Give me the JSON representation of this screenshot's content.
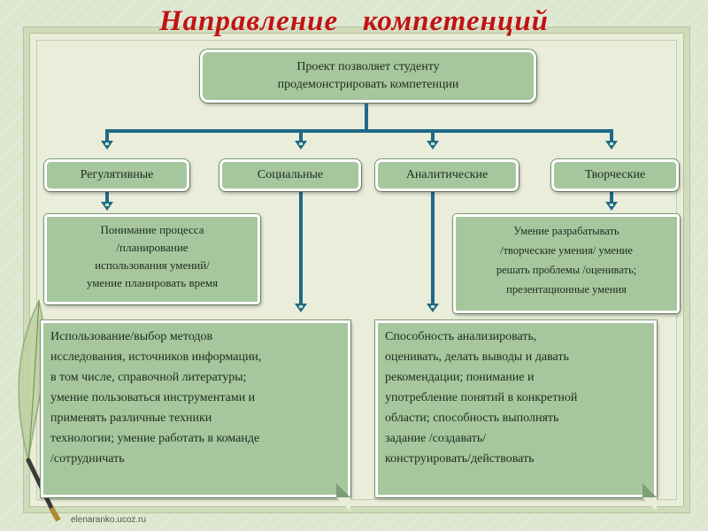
{
  "title": "Направление   компетенций",
  "top_box": {
    "line1": "Проект позволяет студенту",
    "line2": "продемонстрировать компетенции"
  },
  "categories": [
    {
      "label": "Регулятивные"
    },
    {
      "label": "Социальные"
    },
    {
      "label": "Аналитические"
    },
    {
      "label": "Творческие"
    }
  ],
  "regulative_desc": [
    "Понимание процесса",
    "/планирование",
    "использования умений/",
    "умение планировать время"
  ],
  "creative_desc": [
    "Умение разрабатывать",
    "/творческие умения/ умение",
    "решать проблемы /оценивать;",
    "презентационные умения"
  ],
  "social_desc": [
    "Использование/выбор методов",
    "исследования, источников информации,",
    "в том числе, справочной литературы;",
    "умение пользоваться инструментами и",
    "применять различные техники",
    "технологии; умение работать в команде",
    "/сотрудничать"
  ],
  "analytic_desc": [
    "Способность анализировать,",
    "оценивать, делать выводы и давать",
    "рекомендации; понимание и",
    "употребление понятий в конкретной",
    "области; способность выполнять",
    "задание /создавать/",
    "конструировать/действовать"
  ],
  "footer": "elenaranko.ucoz.ru",
  "colors": {
    "title": "#c01414",
    "box_fill": "#a6c79e",
    "connector": "#1e6a88",
    "background": "#e9edd9"
  }
}
